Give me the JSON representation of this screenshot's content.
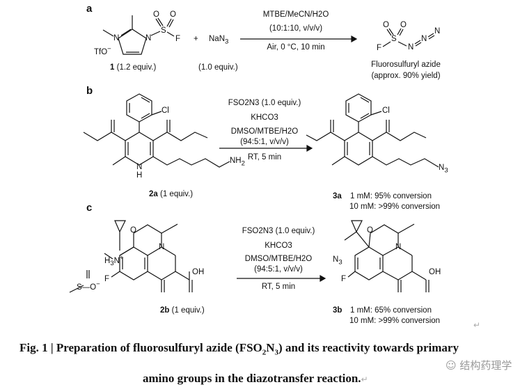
{
  "panels": {
    "a": {
      "label": "a",
      "reagent1": {
        "counterion": "TfO",
        "id": "1",
        "equiv": "(1.2 equiv.)",
        "atoms": {
          "N_plus": "N",
          "N": "N",
          "S": "S",
          "O1": "O",
          "O2": "O",
          "F": "F"
        }
      },
      "plus": "+",
      "reagent2": {
        "name": "NaN",
        "sub": "3",
        "equiv": "(1.0 equiv.)"
      },
      "conditions": [
        "MTBE/MeCN/H2O",
        "(10:1:10, v/v/v)",
        "Air, 0 °C, 10 min"
      ],
      "product": {
        "name": "Fluorosulfuryl azide",
        "yield": "(approx. 90% yield)",
        "atoms": {
          "F": "F",
          "S": "S",
          "O1": "O",
          "O2": "O",
          "N1": "N",
          "N2": "N",
          "N3": "N"
        }
      }
    },
    "b": {
      "label": "b",
      "substrate": {
        "id": "2a",
        "equiv": "(1 equiv.)",
        "atoms": {
          "Cl": "Cl",
          "NH": "N",
          "H": "H",
          "NH2": "NH"
        }
      },
      "conditions": [
        "FSO2N3 (1.0 equiv.)",
        "KHCO3",
        "DMSO/MTBE/H2O",
        "(94:5:1, v/v/v)",
        "RT, 5 min"
      ],
      "product": {
        "id": "3a",
        "results": [
          "1 mM: 95% conversion",
          "10 mM: >99% conversion"
        ],
        "atoms": {
          "Cl": "Cl",
          "N3": "N"
        }
      }
    },
    "c": {
      "label": "c",
      "substrate": {
        "id": "2b",
        "equiv": "(1 equiv.)",
        "atoms": {
          "H3N": "H",
          "O": "O",
          "N": "N",
          "F": "F",
          "OH": "OH"
        }
      },
      "conditions": [
        "FSO2N3 (1.0 equiv.)",
        "KHCO3",
        "DMSO/MTBE/H2O",
        "(94:5:1, v/v/v)",
        "RT, 5 min"
      ],
      "product": {
        "id": "3b",
        "results": [
          "1 mM: 65% conversion",
          "10 mM: >99% conversion"
        ]
      }
    }
  },
  "caption": {
    "line1": "Fig. 1 | Preparation of fluorosulfuryl azide (FSO",
    "line1_end": ") and its reactivity towards primary",
    "line2": "amino groups in the diazotransfer reaction."
  },
  "watermark": "结构药理学"
}
